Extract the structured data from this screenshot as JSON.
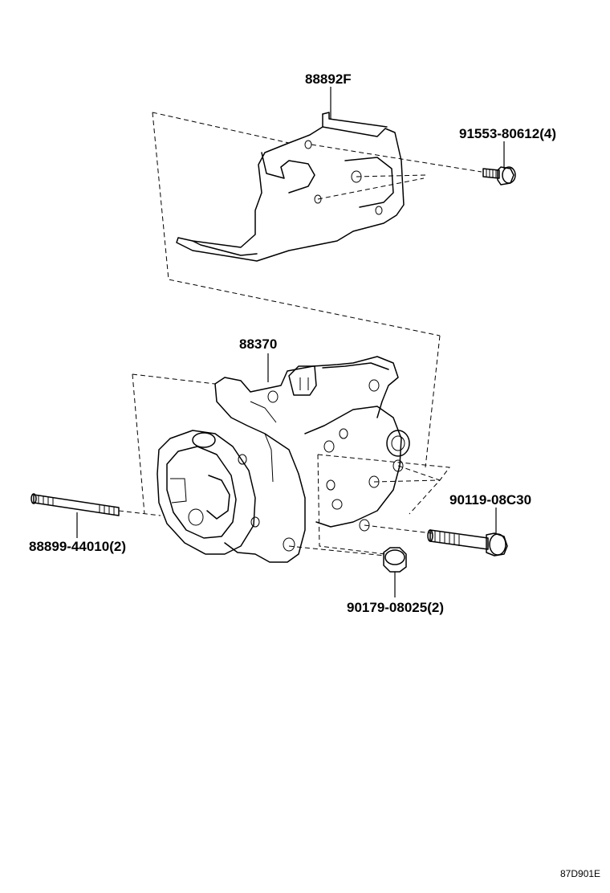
{
  "parts": {
    "bracket": "88892F",
    "bracket_bolt": "91553-80612(4)",
    "compressor": "88370",
    "stud_bolt": "88899-44010(2)",
    "bolt": "90119-08C30",
    "nut": "90179-08025(2)"
  },
  "figure_code": "87D901E"
}
